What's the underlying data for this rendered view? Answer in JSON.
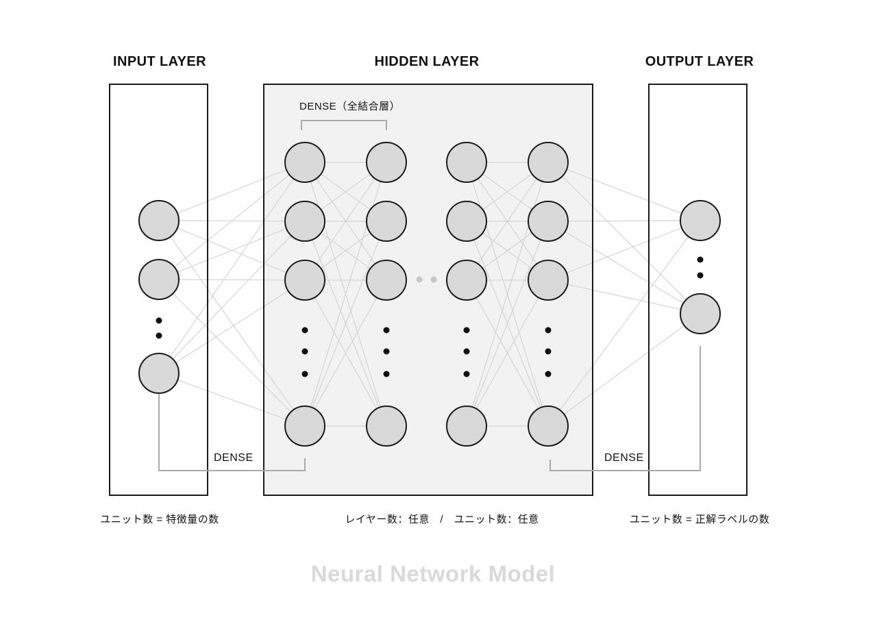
{
  "titles": {
    "input": "INPUT LAYER",
    "hidden": "HIDDEN LAYER",
    "output": "OUTPUT LAYER"
  },
  "annotations": {
    "dense_full": "DENSE（全結合層）",
    "dense_left": "DENSE",
    "dense_right": "DENSE"
  },
  "notes": {
    "input": "ユニット数 = 特徴量の数",
    "hidden": "レイヤー数：任意　/　ユニット数：任意",
    "output": "ユニット数 = 正解ラベルの数"
  },
  "watermark": "Neural Network Model",
  "colors": {
    "background": "#ffffff",
    "box_border": "#1a1a1a",
    "hidden_box_fill": "#f2f2f2",
    "input_box_fill": "#ffffff",
    "output_box_fill": "#ffffff",
    "node_fill": "#d9d9d9",
    "node_border": "#1a1a1a",
    "connection_line": "#d4d4d4",
    "bracket_line": "#a9a9a9",
    "ellipsis_dot": "#111111",
    "mid_ellipsis_dot": "#c6c6c6",
    "watermark": "#d9d9d9"
  },
  "network": {
    "input_layer": {
      "visible_units": 3,
      "ellipsis_dots": 2,
      "note": "units = number of features"
    },
    "hidden_layer": {
      "visible_columns": 4,
      "visible_units_per_column": 4,
      "ellipsis_dots_per_column": 3,
      "between_column_ellipsis_dots": 2
    },
    "output_layer": {
      "visible_units": 2,
      "ellipsis_dots": 2,
      "note": "units = number of labels"
    },
    "connections": "dense (fully connected)"
  }
}
